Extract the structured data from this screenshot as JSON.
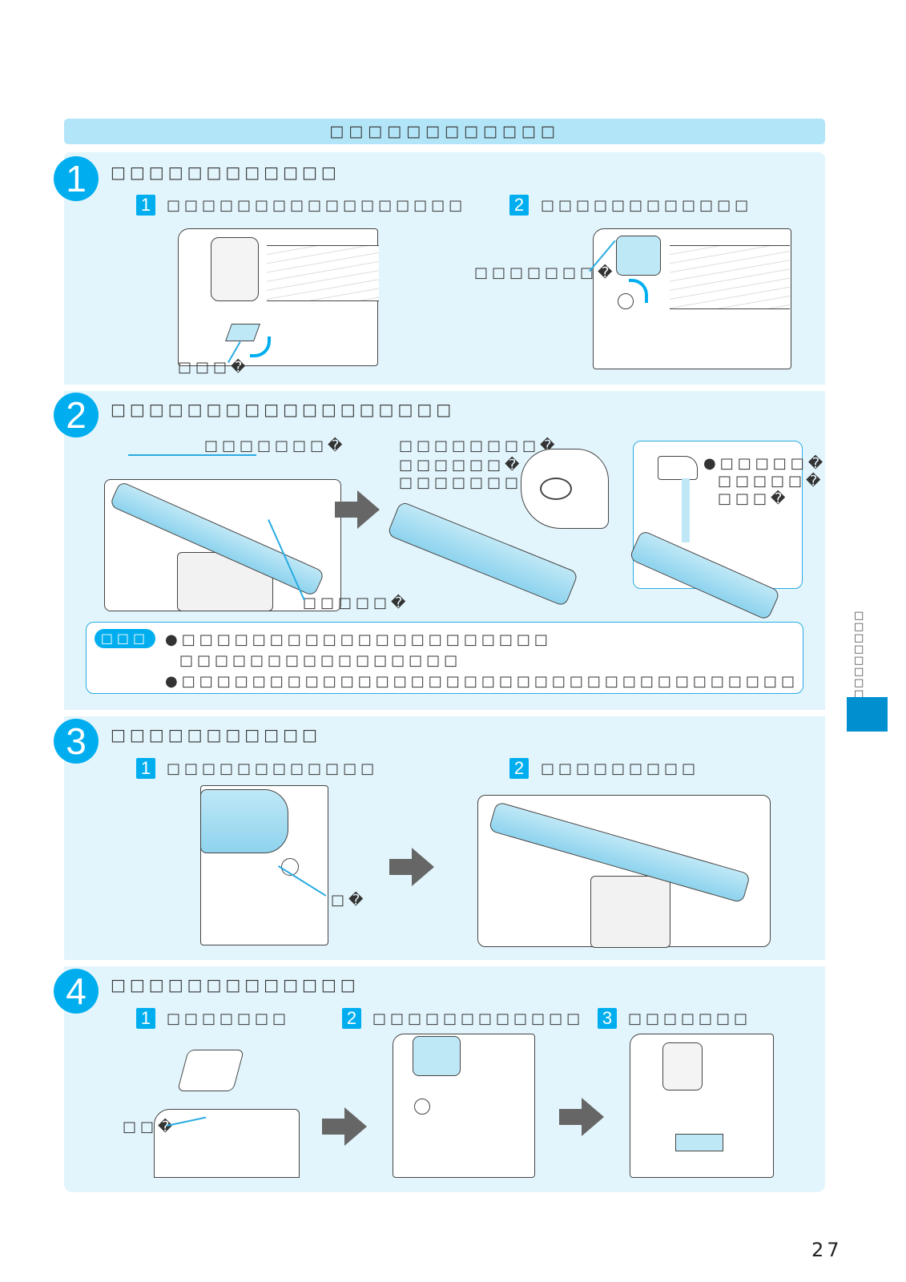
{
  "header": {
    "title": "□□□□□□□□□□□□"
  },
  "steps": [
    {
      "number": "1",
      "title": "□□□□□□□□□□□□",
      "substeps": [
        {
          "number": "1",
          "text": "□□□□□□□□□□□□□□□□□"
        },
        {
          "number": "2",
          "text": "□□□□□□□□□□□□"
        }
      ],
      "callouts": [
        "□□□�",
        "□□□□□□□�"
      ]
    },
    {
      "number": "2",
      "title": "□□□□□□□□□□□□□□□□□□",
      "callouts": {
        "roller_label": "□□□□□□□�",
        "hair_label": "□□□□□�",
        "scissors_lines": [
          "□□□□□□□□�",
          "□□□□□□�",
          "□□□□□□□�"
        ],
        "water_lines": [
          "●□□□□□�",
          "□□□□□�",
          "□□□�"
        ]
      },
      "note": {
        "tag": "□□□",
        "lines": [
          "●□□□□□□□□□□□□□□□□□□□□□",
          "□□□□□□□□□□□□□□□□",
          "●□□□□□□□□□□□□□□□□□□□□□□□□□□□□□□□□□□□"
        ]
      }
    },
    {
      "number": "3",
      "title": "□□□□□□□□□□□",
      "substeps": [
        {
          "number": "1",
          "text": "□□□□□□□□□□□□"
        },
        {
          "number": "2",
          "text": "□□□□□□□□□"
        }
      ],
      "callouts": [
        "□�"
      ]
    },
    {
      "number": "4",
      "title": "□□□□□□□□□□□□□",
      "substeps": [
        {
          "number": "1",
          "text": "□□□□□□□"
        },
        {
          "number": "2",
          "text": "□□□□□□□□□□□□"
        },
        {
          "number": "3",
          "text": "□□□□□□□"
        }
      ],
      "callouts": [
        "□□�"
      ]
    }
  ],
  "side_tab": {
    "text": "□□□□□□□□",
    "color": "#0090d0"
  },
  "colors": {
    "accent": "#00aeef",
    "panel": "#e3f5fc",
    "title_bar": "#b3e5f8",
    "arrow": "#666666"
  },
  "page_number": "27"
}
